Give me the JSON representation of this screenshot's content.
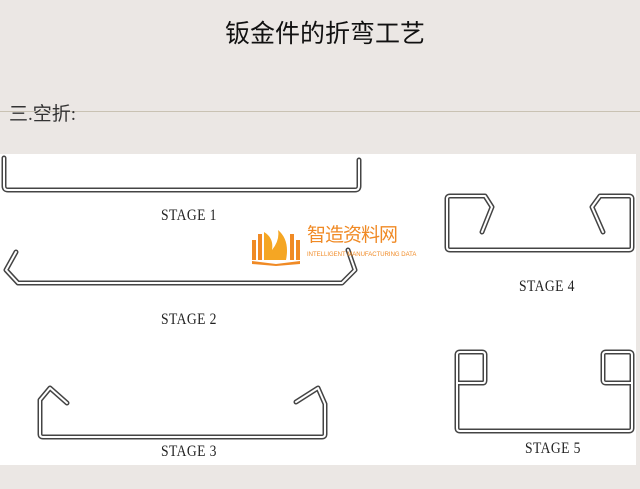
{
  "header": {
    "title": "钣金件的折弯工艺"
  },
  "section": {
    "heading": "三.空折:"
  },
  "stages": [
    {
      "label": "STAGE 1"
    },
    {
      "label": "STAGE 2"
    },
    {
      "label": "STAGE 3"
    },
    {
      "label": "STAGE 4"
    },
    {
      "label": "STAGE 5"
    }
  ],
  "watermark": {
    "name": "智造资料网",
    "subtitle": "INTELLIGENT MANUFACTURING DATA",
    "color": "#f08a25"
  }
}
